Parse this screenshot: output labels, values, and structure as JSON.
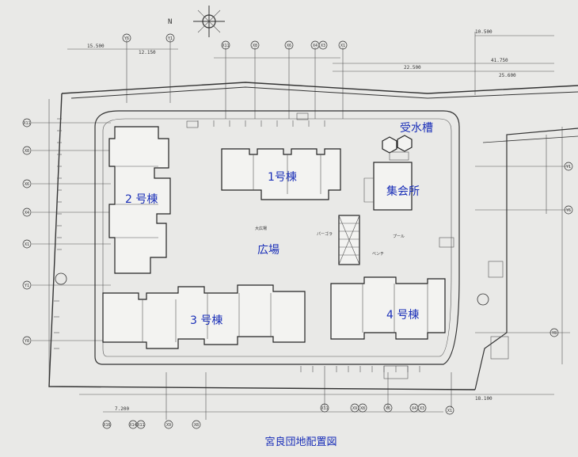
{
  "title": "宮良団地配置図",
  "labels": {
    "b1": "1号棟",
    "b2": "2 号棟",
    "b3": "3 号棟",
    "b4": "4 号棟",
    "hall": "集会所",
    "tank": "受水槽",
    "plaza": "広場"
  },
  "compass": "N",
  "small_text": {
    "plaza_jp": "大広場",
    "pergola": "パーゴラ",
    "bench": "ベンチ",
    "pool": "プール"
  },
  "dims": {
    "top1": "10.500",
    "top2": "41.750",
    "top3": "25.600",
    "top4": "22.500",
    "left1": "15.500",
    "left2": "12.150",
    "bottom1": "18.100",
    "bottom2": "7.200"
  },
  "grid": {
    "top": [
      "Y6",
      "Y1",
      "X11",
      "X8",
      "X6",
      "X4",
      "X3",
      "X1"
    ],
    "bottom": [
      "X11",
      "X9",
      "X8",
      "X6",
      "X4",
      "X3",
      "X1"
    ],
    "bottom_left": [
      "X16",
      "X14",
      "X11",
      "X9",
      "X8"
    ],
    "left": [
      "X11",
      "X8",
      "X6",
      "X4",
      "X1",
      "Y1",
      "Y8"
    ],
    "right": [
      "Y1",
      "Y6",
      "Y8"
    ]
  }
}
